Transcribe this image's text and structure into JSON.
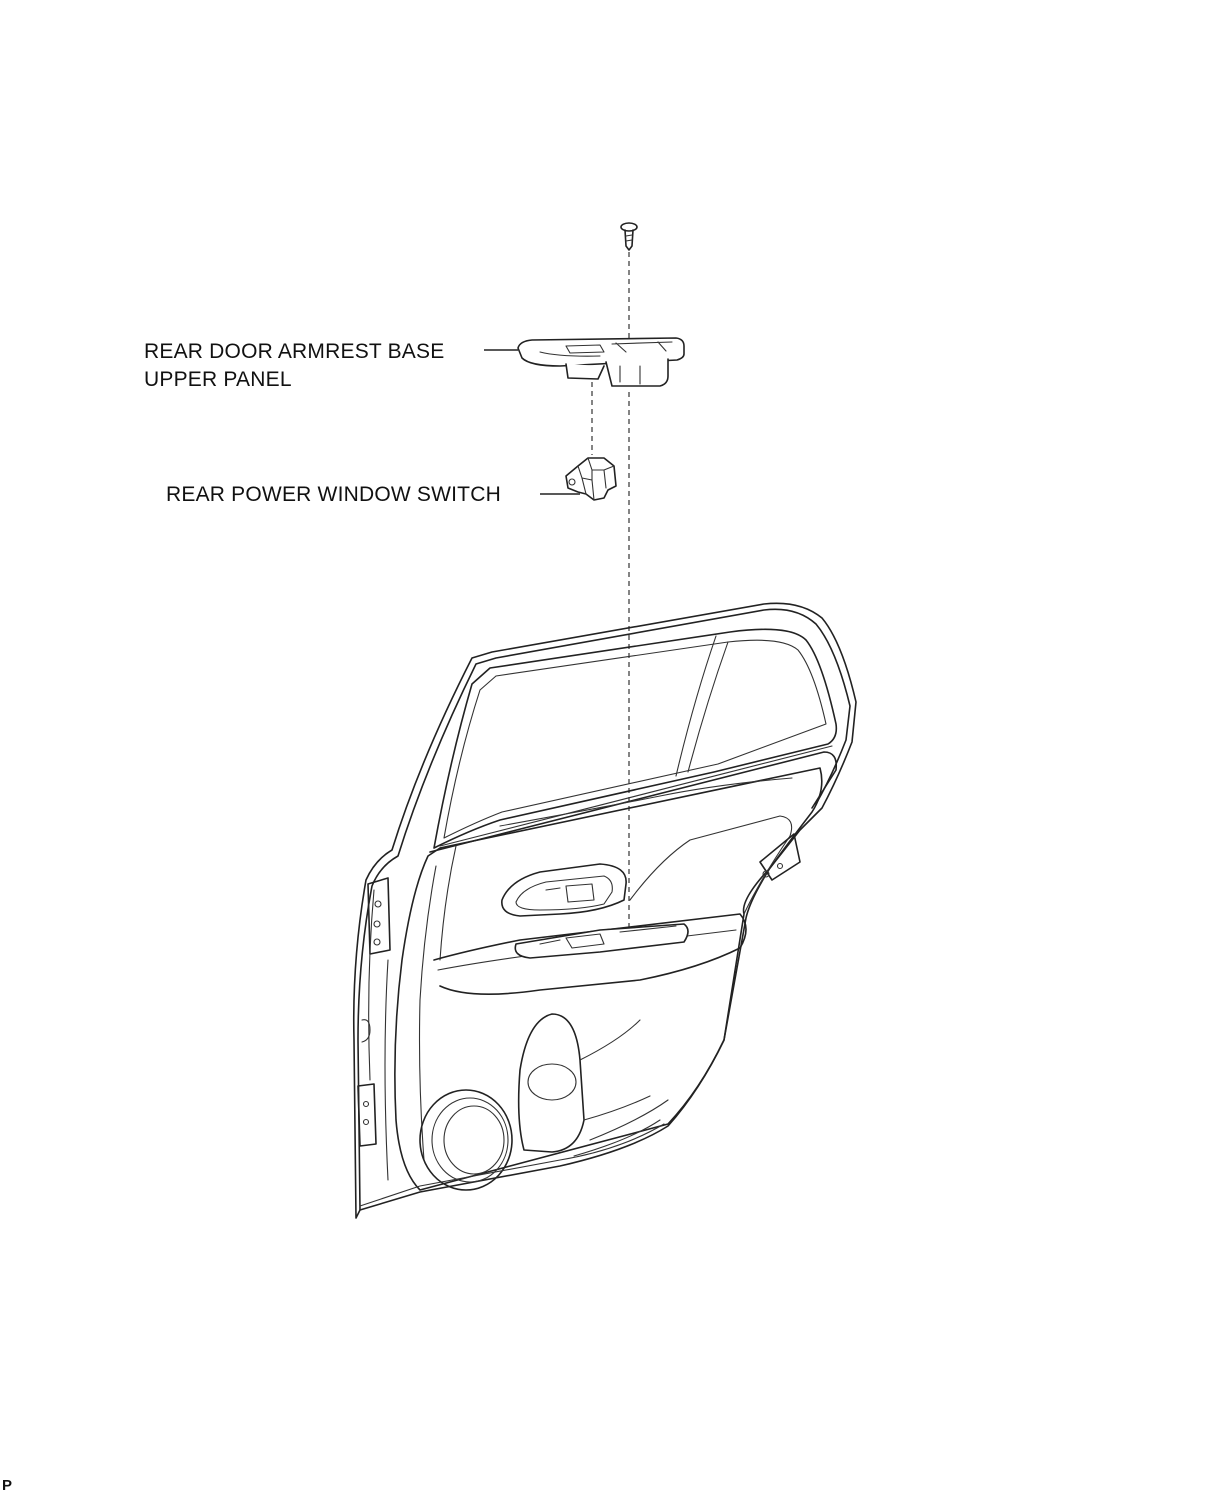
{
  "labels": {
    "armrest_panel_line1": "REAR DOOR ARMREST BASE",
    "armrest_panel_line2": "UPPER PANEL",
    "power_window_switch": "REAR POWER WINDOW SWITCH",
    "corner_code": "P"
  },
  "colors": {
    "line": "#222222",
    "background": "#ffffff"
  }
}
